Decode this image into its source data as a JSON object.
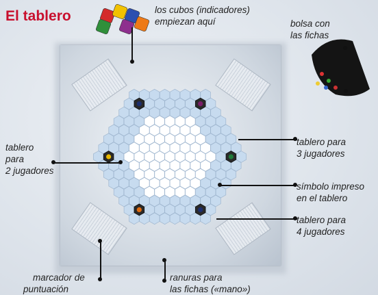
{
  "title": "El tablero",
  "labels": {
    "cubes": [
      "los cubos (indicadores)",
      "empiezan aquí"
    ],
    "bag": [
      "bolsa con",
      "las fichas"
    ],
    "two_players": [
      "tablero",
      "para",
      "2 jugadores"
    ],
    "three_players": [
      "tablero para",
      "3 jugadores"
    ],
    "symbol": [
      "símbolo impreso",
      "en el tablero"
    ],
    "four_players": [
      "tablero para",
      "4 jugadores"
    ],
    "scoreboard": [
      "marcador de",
      "puntuación"
    ],
    "slots": [
      "ranuras para",
      "las fichas («mano»)"
    ]
  },
  "colors": {
    "title": "#c8102e",
    "cube_red": "#d42b2b",
    "cube_yellow": "#f2c200",
    "cube_blue": "#2d4fb0",
    "cube_green": "#2f8f3a",
    "cube_orange": "#ee7a17",
    "cube_purple": "#8e2f8e",
    "hex_inner": "#ffffff",
    "hex_ring": "#c7dbef",
    "symbol_yellow": "#e8b800",
    "symbol_purple": "#7a1c6a",
    "symbol_blue": "#1d2f6e",
    "symbol_orange": "#e06b10",
    "symbol_green": "#1f7a3a",
    "symbol_red": "#b0151e"
  },
  "icons": [
    "colored-cube-icon",
    "tile-bag-icon",
    "symbol-hex-icon"
  ]
}
